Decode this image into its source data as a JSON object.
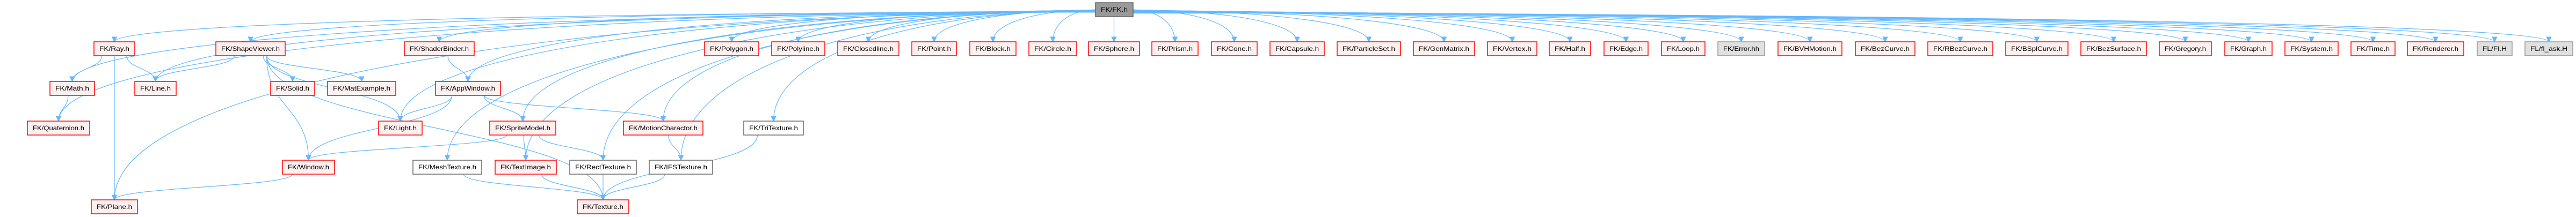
{
  "graph": {
    "root": "FK/FK.h",
    "nodes": [
      {
        "id": "fk",
        "label": "FK/FK.h",
        "style": "root"
      },
      {
        "id": "ray",
        "label": "FK/Ray.h",
        "style": "red"
      },
      {
        "id": "shapeviewer",
        "label": "FK/ShapeViewer.h",
        "style": "red"
      },
      {
        "id": "shaderbinder",
        "label": "FK/ShaderBinder.h",
        "style": "red"
      },
      {
        "id": "math",
        "label": "FK/Math.h",
        "style": "red"
      },
      {
        "id": "line",
        "label": "FK/Line.h",
        "style": "red"
      },
      {
        "id": "solid",
        "label": "FK/Solid.h",
        "style": "red"
      },
      {
        "id": "matexample",
        "label": "FK/MatExample.h",
        "style": "red"
      },
      {
        "id": "appwindow",
        "label": "FK/AppWindow.h",
        "style": "red"
      },
      {
        "id": "quaternion",
        "label": "FK/Quaternion.h",
        "style": "red"
      },
      {
        "id": "light",
        "label": "FK/Light.h",
        "style": "red"
      },
      {
        "id": "spritemodel",
        "label": "FK/SpriteModel.h",
        "style": "red"
      },
      {
        "id": "motioncharactor",
        "label": "FK/MotionCharactor.h",
        "style": "red"
      },
      {
        "id": "tritexture",
        "label": "FK/TriTexture.h",
        "style": "plain"
      },
      {
        "id": "window",
        "label": "FK/Window.h",
        "style": "red"
      },
      {
        "id": "meshtexture",
        "label": "FK/MeshTexture.h",
        "style": "plain"
      },
      {
        "id": "textimage",
        "label": "FK/TextImage.h",
        "style": "red"
      },
      {
        "id": "recttexture",
        "label": "FK/RectTexture.h",
        "style": "plain"
      },
      {
        "id": "ifstexture",
        "label": "FK/IFSTexture.h",
        "style": "plain"
      },
      {
        "id": "plane",
        "label": "FK/Plane.h",
        "style": "red"
      },
      {
        "id": "texture",
        "label": "FK/Texture.h",
        "style": "red"
      },
      {
        "id": "polygon",
        "label": "FK/Polygon.h",
        "style": "red"
      },
      {
        "id": "polyline",
        "label": "FK/Polyline.h",
        "style": "red"
      },
      {
        "id": "closedline",
        "label": "FK/Closedline.h",
        "style": "red"
      },
      {
        "id": "point",
        "label": "FK/Point.h",
        "style": "red"
      },
      {
        "id": "block",
        "label": "FK/Block.h",
        "style": "red"
      },
      {
        "id": "circle",
        "label": "FK/Circle.h",
        "style": "red"
      },
      {
        "id": "sphere",
        "label": "FK/Sphere.h",
        "style": "red"
      },
      {
        "id": "prism",
        "label": "FK/Prism.h",
        "style": "red"
      },
      {
        "id": "cone",
        "label": "FK/Cone.h",
        "style": "red"
      },
      {
        "id": "capsule",
        "label": "FK/Capsule.h",
        "style": "red"
      },
      {
        "id": "particleset",
        "label": "FK/ParticleSet.h",
        "style": "red"
      },
      {
        "id": "genmatrix",
        "label": "FK/GenMatrix.h",
        "style": "red"
      },
      {
        "id": "vertex",
        "label": "FK/Vertex.h",
        "style": "red"
      },
      {
        "id": "half",
        "label": "FK/Half.h",
        "style": "red"
      },
      {
        "id": "edge",
        "label": "FK/Edge.h",
        "style": "red"
      },
      {
        "id": "loop",
        "label": "FK/Loop.h",
        "style": "red"
      },
      {
        "id": "error",
        "label": "FK/Error.hh",
        "style": "gray"
      },
      {
        "id": "bvhmotion",
        "label": "FK/BVHMotion.h",
        "style": "red"
      },
      {
        "id": "bezcurve",
        "label": "FK/BezCurve.h",
        "style": "red"
      },
      {
        "id": "rbezcurve",
        "label": "FK/RBezCurve.h",
        "style": "red"
      },
      {
        "id": "bsplcurve",
        "label": "FK/BSplCurve.h",
        "style": "red"
      },
      {
        "id": "bezsurface",
        "label": "FK/BezSurface.h",
        "style": "red"
      },
      {
        "id": "gregory",
        "label": "FK/Gregory.h",
        "style": "red"
      },
      {
        "id": "graph",
        "label": "FK/Graph.h",
        "style": "red"
      },
      {
        "id": "system",
        "label": "FK/System.h",
        "style": "red"
      },
      {
        "id": "time",
        "label": "FK/Time.h",
        "style": "red"
      },
      {
        "id": "renderer",
        "label": "FK/Renderer.h",
        "style": "red"
      },
      {
        "id": "flfl",
        "label": "FL/Fl.H",
        "style": "gray"
      },
      {
        "id": "flask",
        "label": "FL/fl_ask.H",
        "style": "gray"
      }
    ],
    "edges": [
      [
        "fk",
        "ray"
      ],
      [
        "fk",
        "shapeviewer"
      ],
      [
        "fk",
        "shaderbinder"
      ],
      [
        "fk",
        "math"
      ],
      [
        "fk",
        "line"
      ],
      [
        "fk",
        "quaternion"
      ],
      [
        "fk",
        "plane"
      ],
      [
        "fk",
        "light"
      ],
      [
        "fk",
        "appwindow"
      ],
      [
        "fk",
        "spritemodel"
      ],
      [
        "fk",
        "meshtexture"
      ],
      [
        "fk",
        "textimage"
      ],
      [
        "fk",
        "recttexture"
      ],
      [
        "fk",
        "ifstexture"
      ],
      [
        "fk",
        "motioncharactor"
      ],
      [
        "fk",
        "tritexture"
      ],
      [
        "fk",
        "polygon"
      ],
      [
        "fk",
        "polyline"
      ],
      [
        "fk",
        "closedline"
      ],
      [
        "fk",
        "point"
      ],
      [
        "fk",
        "block"
      ],
      [
        "fk",
        "circle"
      ],
      [
        "fk",
        "sphere"
      ],
      [
        "fk",
        "prism"
      ],
      [
        "fk",
        "cone"
      ],
      [
        "fk",
        "capsule"
      ],
      [
        "fk",
        "particleset"
      ],
      [
        "fk",
        "genmatrix"
      ],
      [
        "fk",
        "vertex"
      ],
      [
        "fk",
        "half"
      ],
      [
        "fk",
        "edge"
      ],
      [
        "fk",
        "loop"
      ],
      [
        "fk",
        "error"
      ],
      [
        "fk",
        "bvhmotion"
      ],
      [
        "fk",
        "bezcurve"
      ],
      [
        "fk",
        "rbezcurve"
      ],
      [
        "fk",
        "bsplcurve"
      ],
      [
        "fk",
        "bezsurface"
      ],
      [
        "fk",
        "gregory"
      ],
      [
        "fk",
        "graph"
      ],
      [
        "fk",
        "system"
      ],
      [
        "fk",
        "time"
      ],
      [
        "fk",
        "renderer"
      ],
      [
        "fk",
        "flfl"
      ],
      [
        "fk",
        "flask"
      ],
      [
        "ray",
        "math"
      ],
      [
        "ray",
        "line"
      ],
      [
        "ray",
        "plane"
      ],
      [
        "shapeviewer",
        "line"
      ],
      [
        "shapeviewer",
        "solid"
      ],
      [
        "shapeviewer",
        "matexample"
      ],
      [
        "shapeviewer",
        "light"
      ],
      [
        "shapeviewer",
        "window"
      ],
      [
        "shapeviewer",
        "texture"
      ],
      [
        "shaderbinder",
        "appwindow"
      ],
      [
        "math",
        "quaternion"
      ],
      [
        "appwindow",
        "light"
      ],
      [
        "appwindow",
        "window"
      ],
      [
        "appwindow",
        "spritemodel"
      ],
      [
        "appwindow",
        "motioncharactor"
      ],
      [
        "spritemodel",
        "window"
      ],
      [
        "spritemodel",
        "textimage"
      ],
      [
        "spritemodel",
        "recttexture"
      ],
      [
        "window",
        "plane"
      ],
      [
        "meshtexture",
        "texture"
      ],
      [
        "textimage",
        "texture"
      ],
      [
        "recttexture",
        "texture"
      ],
      [
        "ifstexture",
        "texture"
      ],
      [
        "tritexture",
        "texture"
      ],
      [
        "motioncharactor",
        "ifstexture"
      ]
    ]
  },
  "colors": {
    "edge": "#63b8ff",
    "red_border": "#ff0000",
    "red_fill": "#fff0f0",
    "plain_border": "#666666",
    "gray_fill": "#e0e0e0",
    "root_fill": "#999999"
  }
}
